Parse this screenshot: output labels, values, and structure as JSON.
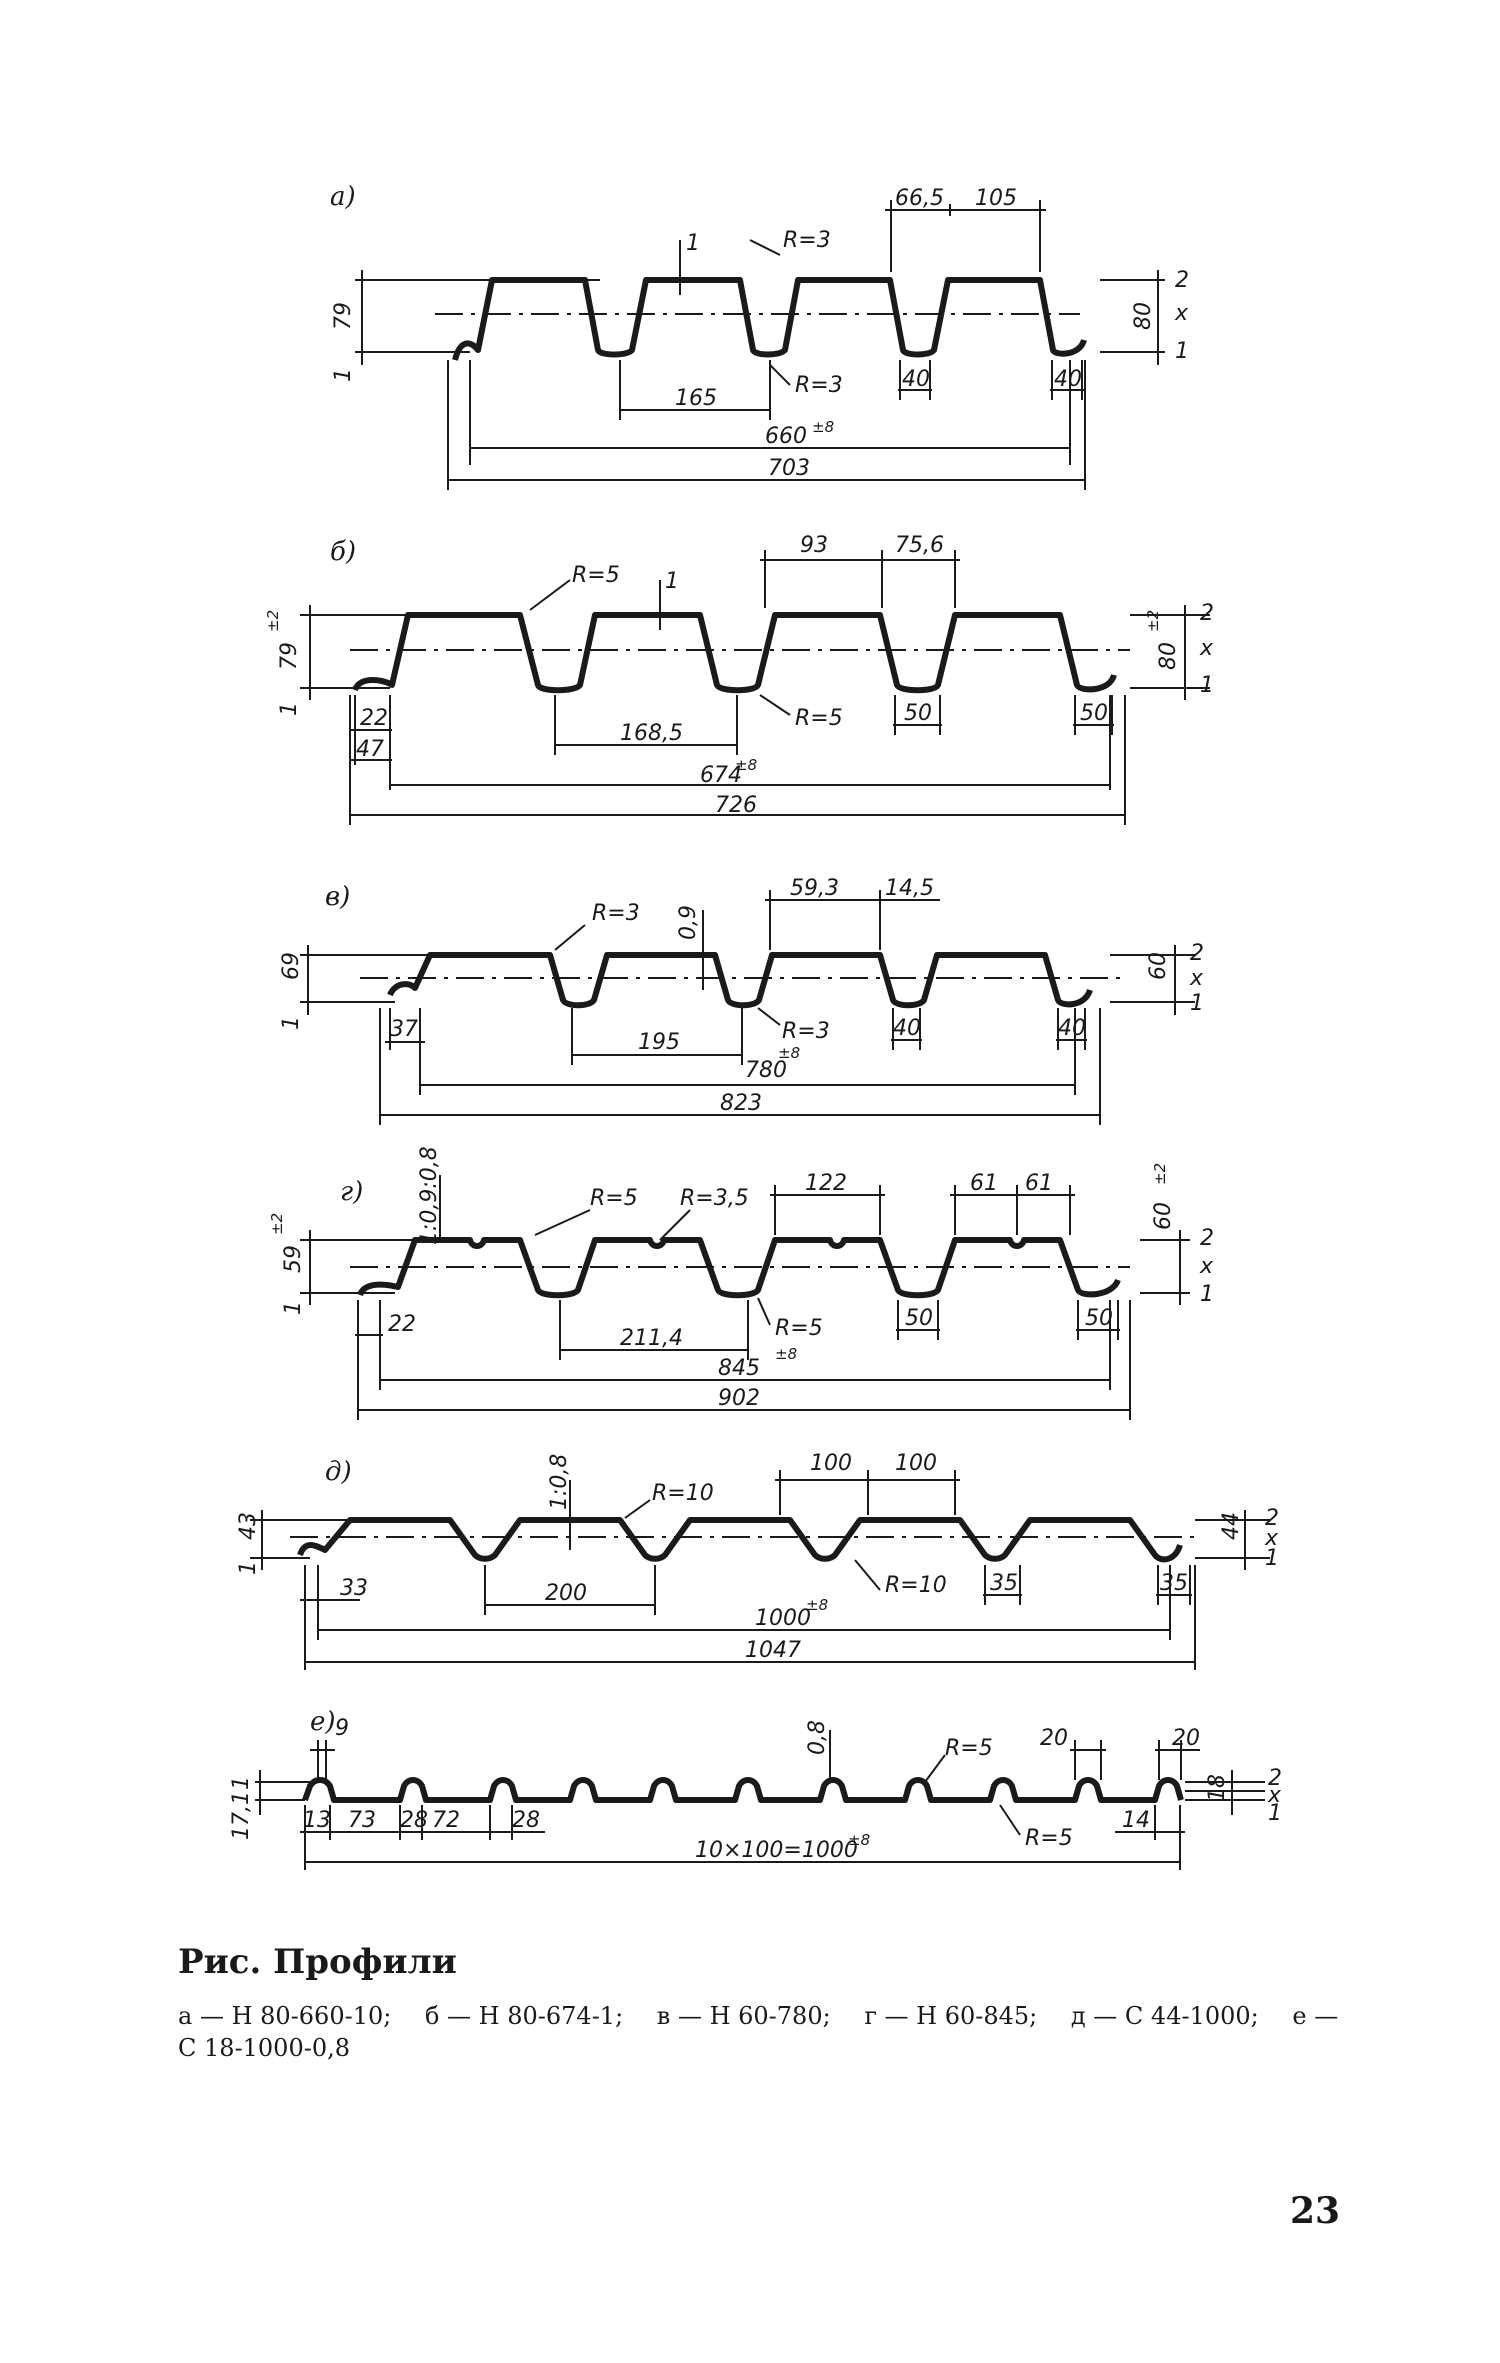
{
  "profiles": [
    {
      "letter": "а)",
      "dims": [
        "66,5",
        "105",
        "R=3",
        "1",
        "79",
        "80",
        "1",
        "R=3",
        "165",
        "40",
        "40",
        "660",
        "±8",
        "703"
      ],
      "labels": [
        "2",
        "x",
        "1"
      ]
    },
    {
      "letter": "б)",
      "dims": [
        "93",
        "75,6",
        "R=5",
        "1",
        "79",
        "±2",
        "80",
        "±2",
        "1",
        "22",
        "47",
        "168,5",
        "R=5",
        "50",
        "50",
        "674",
        "±8",
        "726"
      ],
      "labels": [
        "2",
        "x",
        "1"
      ]
    },
    {
      "letter": "в)",
      "dims": [
        "59,3",
        "14,5",
        "R=3",
        "0,9",
        "69",
        "60",
        "1",
        "37",
        "195",
        "R=3",
        "780",
        "±8",
        "40",
        "40",
        "823"
      ],
      "labels": [
        "2",
        "x",
        "1"
      ]
    },
    {
      "letter": "г)",
      "dims": [
        "1:0,9:0,8",
        "R=5",
        "R=3,5",
        "122",
        "61",
        "61",
        "60",
        "±2",
        "59",
        "±2",
        "1",
        "22",
        "211,4",
        "R=5",
        "50",
        "50",
        "845",
        "±8",
        "902"
      ],
      "labels": [
        "2",
        "x",
        "1"
      ]
    },
    {
      "letter": "д)",
      "dims": [
        "1:0,8",
        "R=10",
        "100",
        "100",
        "43",
        "44",
        "1",
        "33",
        "200",
        "R=10",
        "35",
        "35",
        "1000",
        "±8",
        "1047"
      ],
      "labels": [
        "2",
        "x",
        "1"
      ]
    },
    {
      "letter": "е)",
      "dims": [
        "9",
        "0,8",
        "R=5",
        "20",
        "20",
        "1",
        "17,1",
        "18",
        "13",
        "73",
        "28",
        "72",
        "28",
        "10×100=1000",
        "±8",
        "R=5",
        "14"
      ],
      "labels": [
        "2",
        "x",
        "1"
      ]
    }
  ],
  "caption": "Рис. Профили",
  "legend": [
    "а — Н 80-660-10;",
    "б — Н 80-674-1;",
    "в — Н 60-780;",
    "г — Н 60-845;",
    "д — С 44-1000;",
    "е — С 18-1000-0,8"
  ],
  "page_number": "23"
}
